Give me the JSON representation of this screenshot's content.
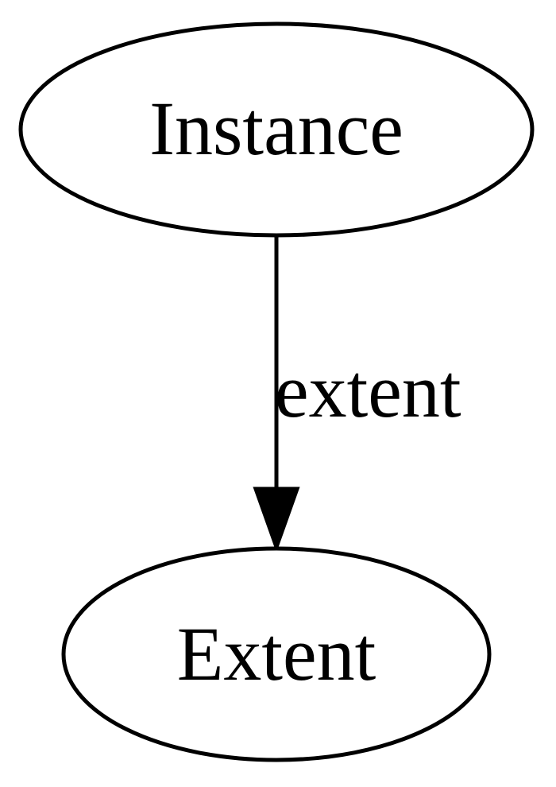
{
  "diagram": {
    "nodes": [
      {
        "id": "instance",
        "label": "Instance"
      },
      {
        "id": "extent",
        "label": "Extent"
      }
    ],
    "edges": [
      {
        "from": "instance",
        "to": "extent",
        "label": "extent"
      }
    ]
  }
}
